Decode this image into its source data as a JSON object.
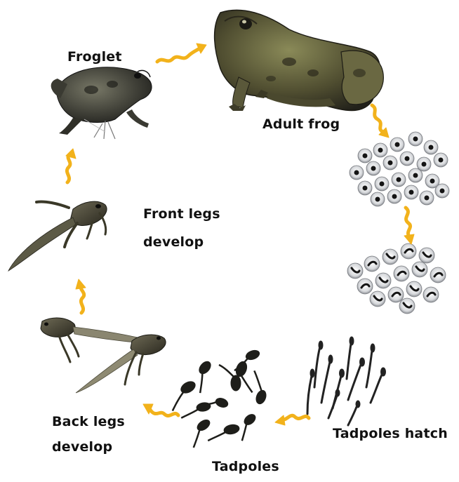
{
  "diagram": {
    "stages": {
      "adult_frog": "Adult frog",
      "froglet": "Froglet",
      "front_legs_line1": "Front legs",
      "front_legs_line2": "develop",
      "back_legs_line1": "Back legs",
      "back_legs_line2": "develop",
      "tadpoles": "Tadpoles",
      "tadpoles_hatch": "Tadpoles hatch"
    },
    "arrow_color": "#f2b21b",
    "illustration_color": "#1e1e1a"
  }
}
